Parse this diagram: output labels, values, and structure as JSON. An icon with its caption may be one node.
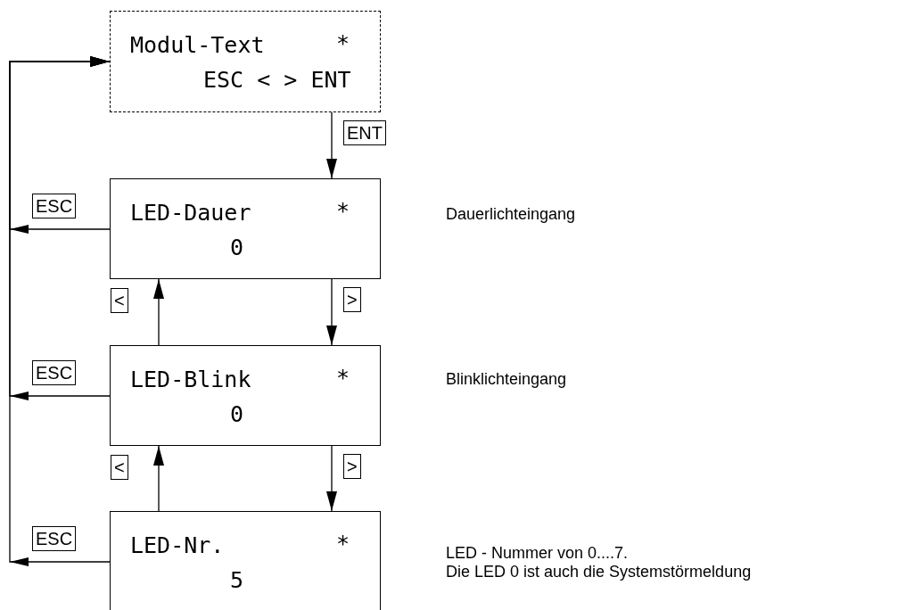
{
  "diagram": {
    "nodes": [
      {
        "text": [
          "Modul-Text",
          "*",
          "ESC < > ENT"
        ]
      },
      {
        "text": [
          "LED-Dauer",
          "*",
          "0"
        ]
      },
      {
        "text": [
          "LED-Blink",
          "*",
          "0"
        ]
      },
      {
        "text": [
          "LED-Nr.",
          "*",
          "5"
        ]
      }
    ],
    "labels": [
      "Dauerlichteingang",
      "Blinklichteingang",
      "LED - Nummer von 0....7.",
      "Die LED 0 ist auch die Systemstörmeldung"
    ],
    "edges": [
      {
        "from": 0,
        "to": 1,
        "arrow": "to",
        "label": "ENT"
      },
      {
        "from": 1,
        "to": 0,
        "arrow": "to",
        "label": "ESC"
      },
      {
        "from": 1,
        "to": 2,
        "arrow": "to",
        "label": ">"
      },
      {
        "from": 2,
        "to": 1,
        "arrow": "to",
        "label": "<"
      },
      {
        "from": 2,
        "to": 0,
        "arrow": "to",
        "label": "ESC"
      },
      {
        "from": 2,
        "to": 3,
        "arrow": "to",
        "label": ">"
      },
      {
        "from": 3,
        "to": 2,
        "arrow": "to",
        "label": "<"
      },
      {
        "from": 3,
        "to": 0,
        "arrow": "to",
        "label": "ESC"
      }
    ]
  }
}
